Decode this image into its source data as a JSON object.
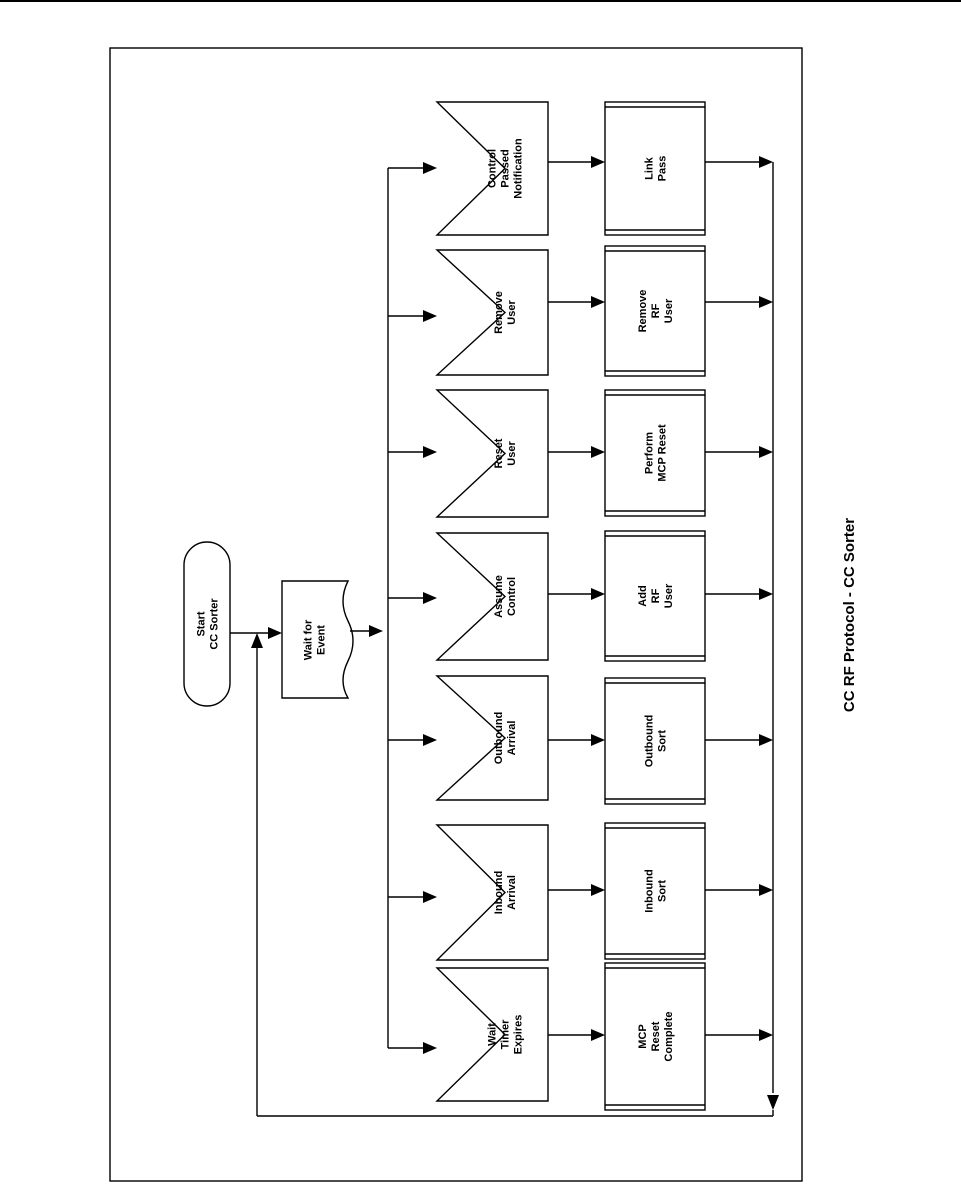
{
  "title": "CC RF Protocol - CC Sorter",
  "start": [
    "Start",
    "CC Sorter"
  ],
  "wait": [
    "Wait for",
    "Event"
  ],
  "branches": [
    {
      "event": [
        "Wait",
        "Timer",
        "Expires"
      ],
      "action": [
        "MCP",
        "Reset",
        "Complete"
      ]
    },
    {
      "event": [
        "Inbound",
        "Arrival"
      ],
      "action": [
        "Inbound",
        "Sort"
      ]
    },
    {
      "event": [
        "Outbound",
        "Arrival"
      ],
      "action": [
        "Outbound",
        "Sort"
      ]
    },
    {
      "event": [
        "Assume",
        "Control"
      ],
      "action": [
        "Add",
        "RF",
        "User"
      ]
    },
    {
      "event": [
        "Reset",
        "User"
      ],
      "action": [
        "Perform",
        "MCP Reset"
      ]
    },
    {
      "event": [
        "Remove",
        "User"
      ],
      "action": [
        "Remove",
        "RF",
        "User"
      ]
    },
    {
      "event": [
        "Control",
        "Passed",
        "Notification"
      ],
      "action": [
        "Link",
        "Pass"
      ]
    }
  ]
}
